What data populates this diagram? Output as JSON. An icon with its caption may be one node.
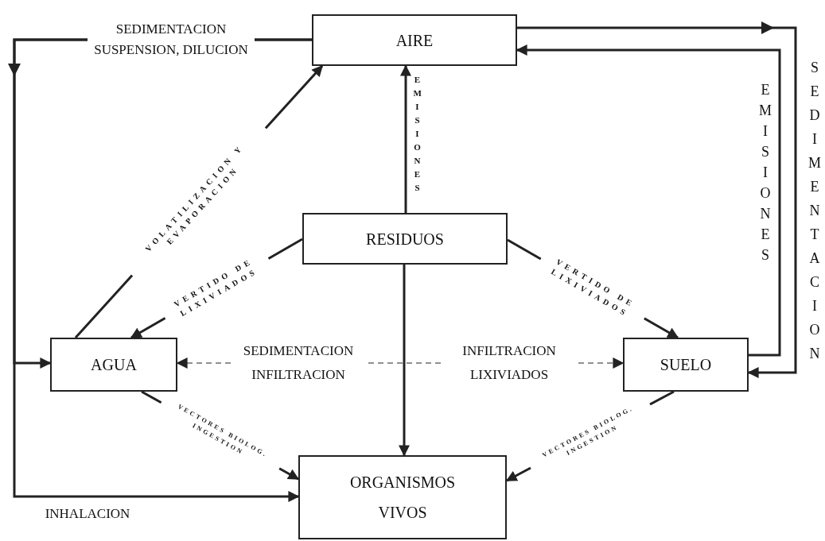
{
  "diagram": {
    "nodes": [
      {
        "text": [
          "AIRE"
        ]
      },
      {
        "text": [
          "RESIDUOS"
        ]
      },
      {
        "text": [
          "AGUA"
        ]
      },
      {
        "text": [
          "SUELO"
        ]
      },
      {
        "text": [
          "ORGANISMOS VIVOS"
        ]
      }
    ],
    "edges": [
      {
        "from": 0,
        "to": 2,
        "arrow": "to",
        "label": "SEDIMENTACION SUSPENSION, DILUCION"
      },
      {
        "from": 0,
        "to": 4,
        "arrow": "to",
        "label": "INHALACION"
      },
      {
        "from": 2,
        "to": 0,
        "arrow": "to",
        "label": "VOLATILIZACION Y EVAPORACION"
      },
      {
        "from": 1,
        "to": 0,
        "arrow": "to",
        "label": "EMISIONES"
      },
      {
        "from": 1,
        "to": 2,
        "arrow": "to",
        "label": "VERTIDO DE LIXIVIADOS"
      },
      {
        "from": 1,
        "to": 3,
        "arrow": "to",
        "label": "VERTIDO DE LIXIVIADOS"
      },
      {
        "from": 1,
        "to": 4,
        "arrow": "to"
      },
      {
        "from": 2,
        "to": 3,
        "arrow": "both",
        "style": "dashed",
        "label": "SEDIMENTACION INFILTRACION"
      },
      {
        "from": 2,
        "to": 4,
        "arrow": "to",
        "label": "VECTORES BIOLOG. INGESTION"
      },
      {
        "from": 3,
        "to": 4,
        "arrow": "to",
        "label": "VECTORES BIOLOG. INGESTION"
      },
      {
        "from": 3,
        "to": 0,
        "arrow": "to",
        "label": "EMISIONES"
      },
      {
        "from": 0,
        "to": 3,
        "arrow": "to",
        "label": "SEDIMENTACION"
      }
    ],
    "labels": [
      "INFILTRACION LIXIVIADOS"
    ]
  }
}
